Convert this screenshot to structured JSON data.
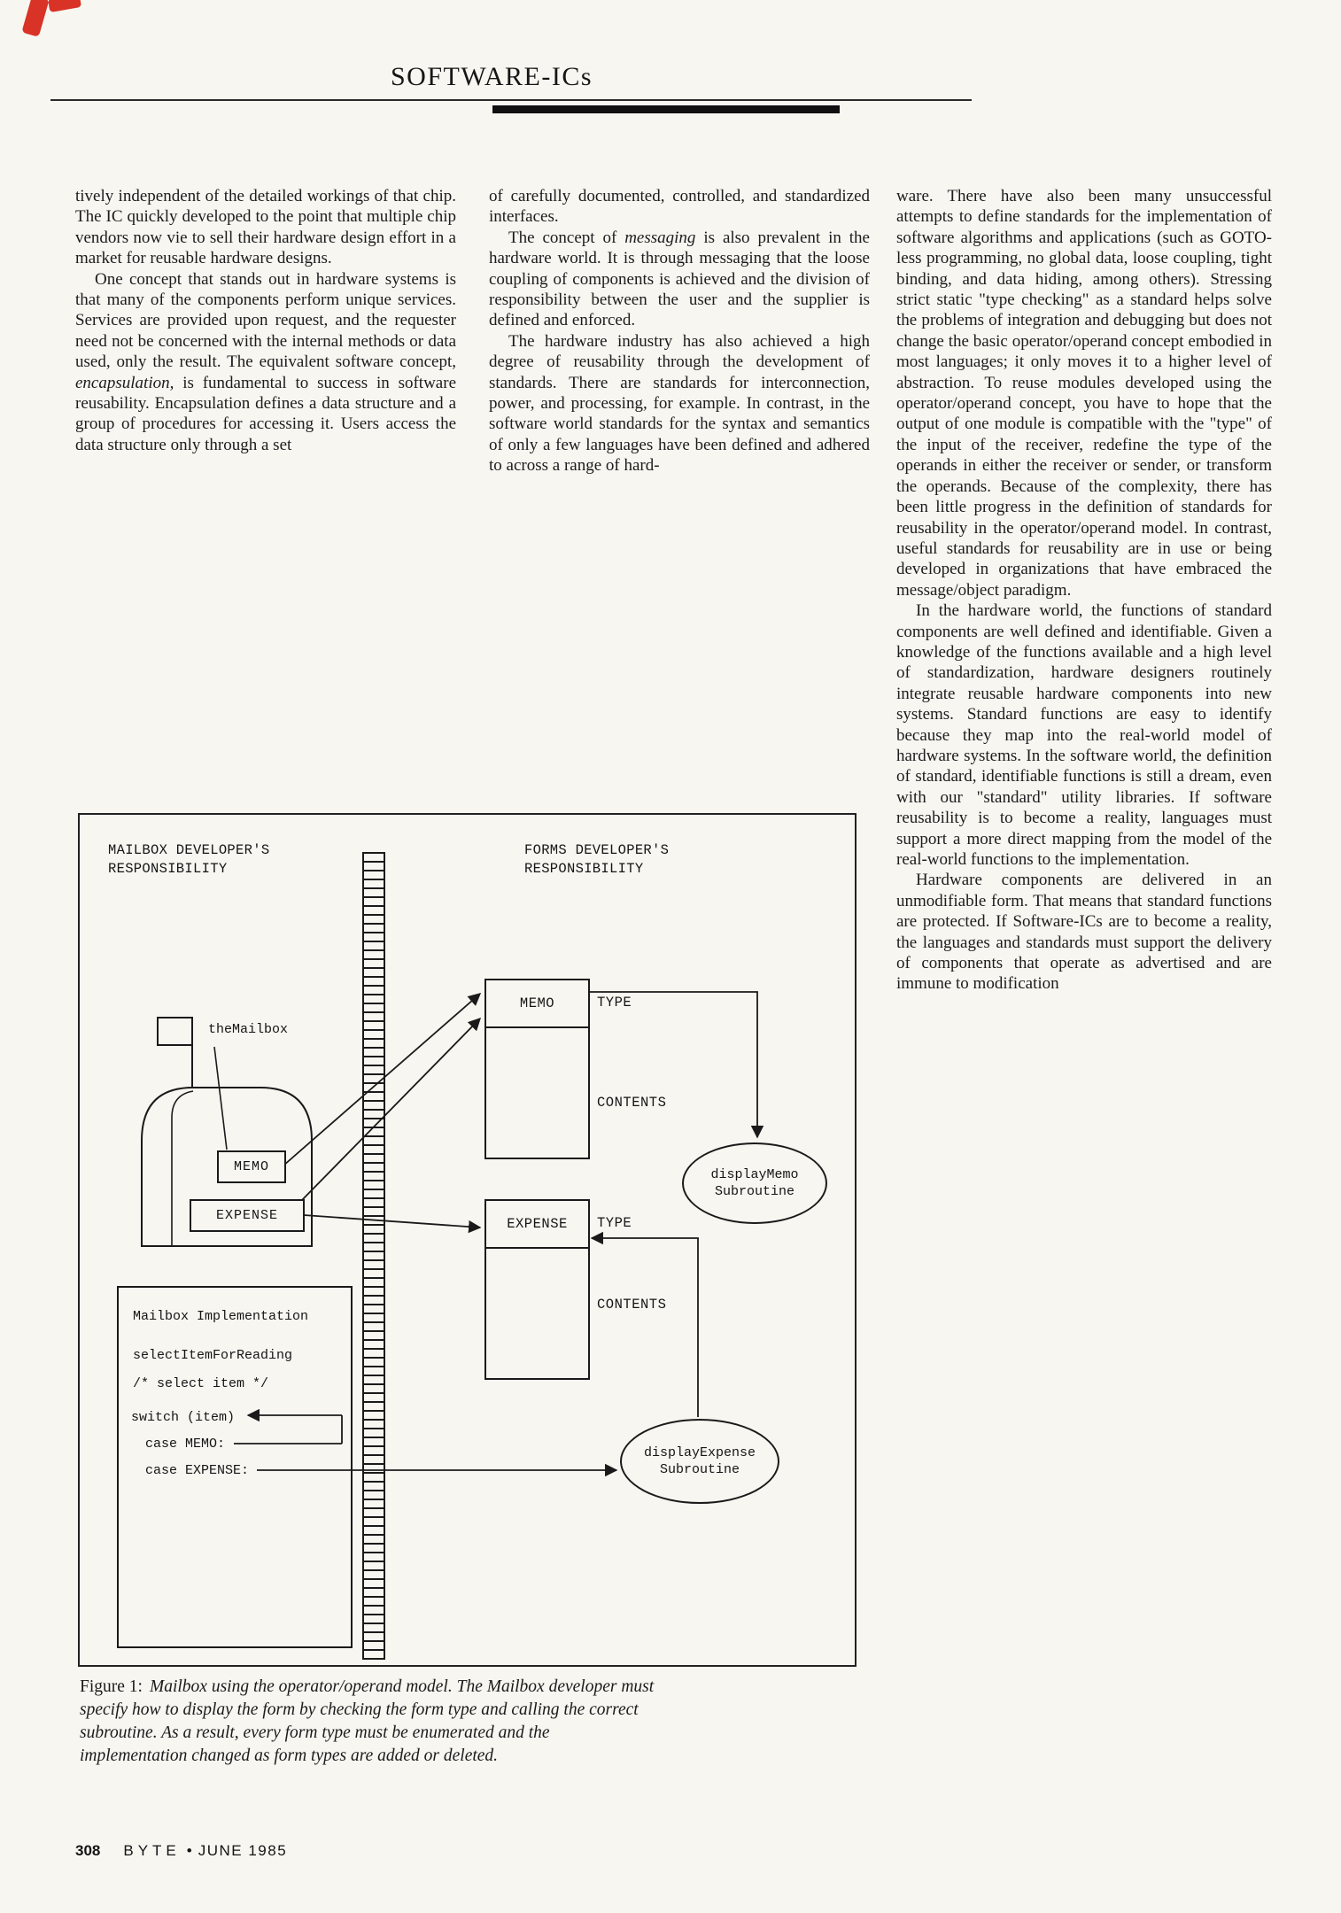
{
  "header": {
    "title": "SOFTWARE-ICs"
  },
  "columns": {
    "col1": {
      "p1": "tively independent of the detailed workings of that chip. The IC quickly developed to the point that multiple chip vendors now vie to sell their hardware design effort in a market for reusable hardware designs.",
      "p2a": "One concept that stands out in hardware systems is that many of the components perform unique services. Services are provided upon request, and the requester need not be concerned with the internal methods or data used, only the result. The equivalent software concept, ",
      "p2b": "encapsulation,",
      "p2c": " is fundamental to success in software reusability. Encapsulation defines a data structure and a group of procedures for accessing it. Users access the data structure only through a set"
    },
    "col2": {
      "p1": "of carefully documented, controlled, and standardized interfaces.",
      "p2a": "The concept of ",
      "p2b": "messaging",
      "p2c": " is also prevalent in the hardware world. It is through messaging that the loose coupling of components is achieved and the division of responsibility between the user and the supplier is defined and enforced.",
      "p3": "The hardware industry has also achieved a high degree of reusability through the development of standards. There are standards for interconnection, power, and processing, for example. In contrast, in the software world standards for the syntax and semantics of only a few languages have been defined and adhered to across a range of hard-"
    },
    "col3": {
      "p1": "ware. There have also been many unsuccessful attempts to define standards for the implementation of software algorithms and applications (such as GOTO-less programming, no global data, loose coupling, tight binding, and data hiding, among others). Stressing strict static \"type checking\" as a standard helps solve the problems of integration and debugging but does not change the basic operator/operand concept embodied in most languages; it only moves it to a higher level of abstraction. To reuse modules developed using the operator/operand concept, you have to hope that the output of one module is compatible with the \"type\" of the input of the receiver, redefine the type of the operands in either the receiver or sender, or transform the operands. Because of the complexity, there has been little progress in the definition of standards for reusability in the operator/operand model. In contrast, useful standards for reusability are in use or being developed in organizations that have embraced the message/object paradigm.",
      "p2": "In the hardware world, the functions of standard components are well defined and identifiable. Given a knowledge of the functions available and a high level of standardization, hardware designers routinely integrate reusable hardware components into new systems. Standard functions are easy to identify because they map into the real-world model of hardware systems. In the software world, the definition of standard, identifiable functions is still a dream, even with our \"standard\" utility libraries. If software reusability is to become a reality, languages must support a more direct mapping from the model of the real-world functions to the implementation.",
      "p3": "Hardware components are delivered in an unmodifiable form. That means that standard functions are protected. If Software-ICs are to become a reality, the languages and standards must support the delivery of components that operate as advertised and are immune to modification"
    }
  },
  "figure": {
    "left_label_line1": "MAILBOX DEVELOPER'S",
    "left_label_line2": "RESPONSIBILITY",
    "right_label_line1": "FORMS DEVELOPER'S",
    "right_label_line2": "RESPONSIBILITY",
    "mailbox_name": "theMailbox",
    "memo_slot": "MEMO",
    "expense_slot": "EXPENSE",
    "impl_title": "Mailbox Implementation",
    "impl_line1": "selectItemForReading",
    "impl_line2": "/* select item */",
    "impl_line3": "switch (item)",
    "impl_line4": "case MEMO:",
    "impl_line5": "case EXPENSE:",
    "memo_record": "MEMO",
    "expense_record": "EXPENSE",
    "type_label_memo": "TYPE",
    "contents_label_memo": "CONTENTS",
    "type_label_expense": "TYPE",
    "contents_label_expense": "CONTENTS",
    "display_memo_line1": "displayMemo",
    "display_memo_line2": "Subroutine",
    "display_expense_line1": "displayExpense",
    "display_expense_line2": "Subroutine"
  },
  "caption": {
    "label": "Figure 1:",
    "text": "Mailbox using the operator/operand model. The Mailbox developer must specify how to display the form by checking the form type and calling the correct subroutine. As a result, every form type must be enumerated and the implementation changed as form types are added or deleted."
  },
  "footer": {
    "page_number": "308",
    "magazine": "BYTE",
    "separator": "•",
    "issue": "JUNE 1985"
  },
  "colors": {
    "mark_red": "#d93226",
    "ink": "#1a1a1a",
    "paper": "#f7f6f1"
  }
}
